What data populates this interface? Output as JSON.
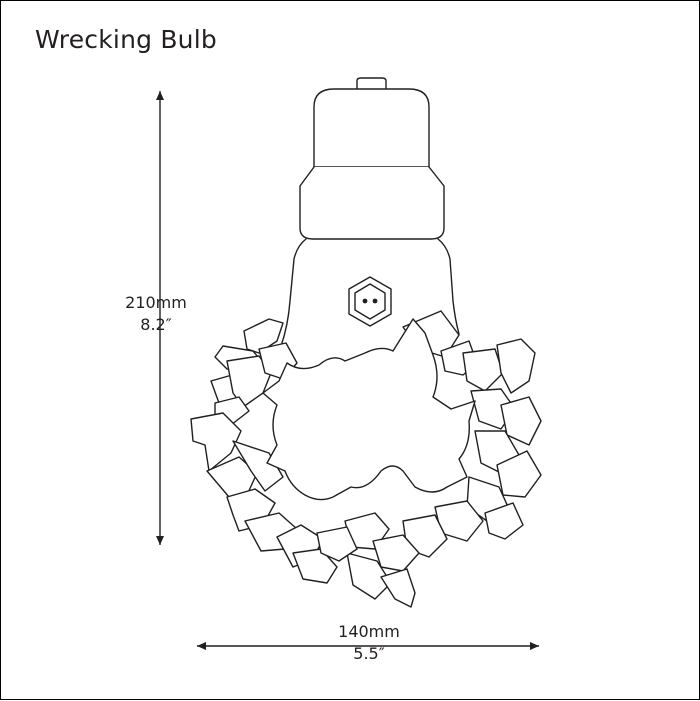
{
  "title": "Wrecking Bulb",
  "height_dimension": {
    "metric": "210mm",
    "imperial": "8.2″"
  },
  "width_dimension": {
    "metric": "140mm",
    "imperial": "5.5″"
  },
  "colors": {
    "line": "#231f20",
    "background": "#ffffff"
  }
}
